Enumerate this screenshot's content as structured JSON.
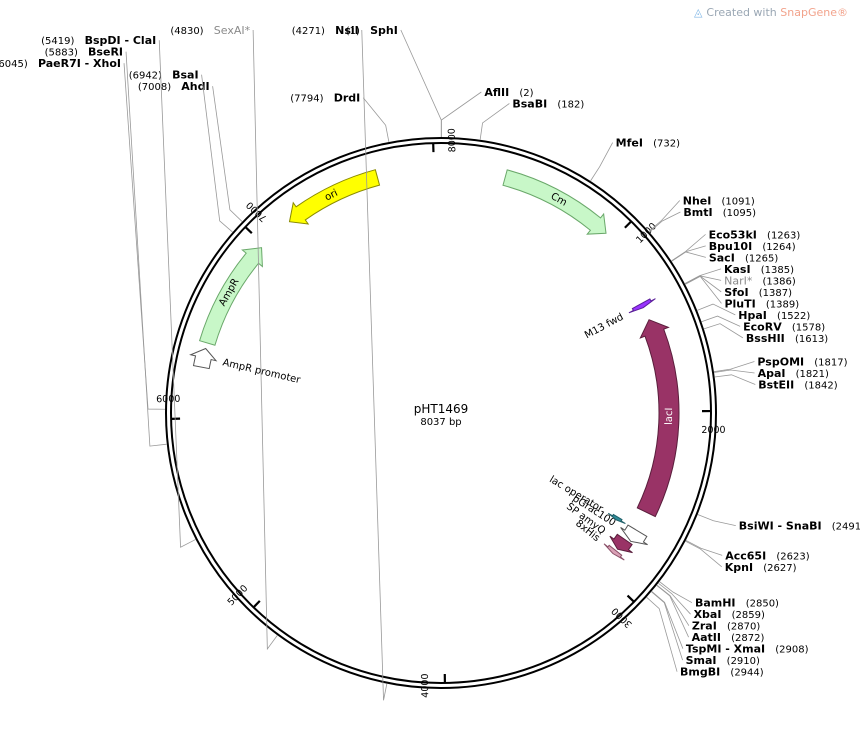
{
  "credit": {
    "prefix": "Created with",
    "brand": "SnapGene",
    "mark": "®"
  },
  "plasmid": {
    "name": "pHT1469",
    "length_label": "8037 bp",
    "length": 8037
  },
  "ticks": [
    "1000",
    "2000",
    "3000",
    "4000",
    "5000",
    "6000",
    "7000",
    "8000"
  ],
  "features": [
    {
      "name": "ori",
      "start": 7700,
      "end": 7180,
      "color": "#ffff00",
      "stroke": "#8a8a00",
      "text": "#000000"
    },
    {
      "name": "Cm",
      "start": 340,
      "end": 950,
      "color": "#c8f7c8",
      "stroke": "#6aa86a",
      "text": "#000000"
    },
    {
      "name": "AmpR",
      "start": 6400,
      "end": 6980,
      "color": "#c8f7c8",
      "stroke": "#6aa86a",
      "text": "#000000"
    },
    {
      "name": "AmpR promoter",
      "start": 6270,
      "end": 6370,
      "color": "#ffffff",
      "stroke": "#555555",
      "text": "#000000"
    },
    {
      "name": "lacI",
      "start": 2585,
      "end": 1470,
      "color": "#993366",
      "stroke": "#5a1e3c",
      "text": "#ffffff"
    },
    {
      "name": "M13 fwd",
      "start": 1370,
      "end": 1395,
      "color": "#9933ff",
      "stroke": "#5a1e99",
      "text": "#000000"
    },
    {
      "name": "pGrac100",
      "start": 2700,
      "end": 2770,
      "color": "#ffffff",
      "stroke": "#555555",
      "text": "#000000"
    },
    {
      "name": "lac operator",
      "start": 2690,
      "end": 2710,
      "color": "#2e8b99",
      "stroke": "#1f5f68",
      "text": "#000000"
    },
    {
      "name": "SP amyQ",
      "start": 2780,
      "end": 2850,
      "color": "#993366",
      "stroke": "#5a1e3c",
      "text": "#000000"
    },
    {
      "name": "8xHis",
      "start": 2862,
      "end": 2886,
      "color": "#d9a0b5",
      "stroke": "#8a5068",
      "text": "#000000"
    }
  ],
  "sites": [
    {
      "pos": "(1)",
      "name": "SphI",
      "at": 1,
      "side": "left",
      "gray": false
    },
    {
      "pos": "(2)",
      "name": "AflII",
      "at": 2,
      "side": "right",
      "gray": false
    },
    {
      "pos": "(182)",
      "name": "BsaBI",
      "at": 182,
      "side": "right",
      "gray": false
    },
    {
      "pos": "(732)",
      "name": "MfeI",
      "at": 732,
      "side": "right",
      "gray": false
    },
    {
      "pos": "(1091)",
      "name": "NheI",
      "at": 1091,
      "side": "right",
      "gray": false
    },
    {
      "pos": "(1095)",
      "name": "BmtI",
      "at": 1095,
      "side": "right",
      "gray": false
    },
    {
      "pos": "(1263)",
      "name": "Eco53kI",
      "at": 1263,
      "side": "right",
      "gray": false
    },
    {
      "pos": "(1264)",
      "name": "Bpu10I",
      "at": 1264,
      "side": "right",
      "gray": false
    },
    {
      "pos": "(1265)",
      "name": "SacI",
      "at": 1265,
      "side": "right",
      "gray": false
    },
    {
      "pos": "(1385)",
      "name": "KasI",
      "at": 1385,
      "side": "right",
      "gray": false
    },
    {
      "pos": "(1386)",
      "name": "NarI*",
      "at": 1386,
      "side": "right",
      "gray": true
    },
    {
      "pos": "(1387)",
      "name": "SfoI",
      "at": 1387,
      "side": "right",
      "gray": false
    },
    {
      "pos": "(1389)",
      "name": "PluTI",
      "at": 1389,
      "side": "right",
      "gray": false
    },
    {
      "pos": "(1522)",
      "name": "HpaI",
      "at": 1522,
      "side": "right",
      "gray": false
    },
    {
      "pos": "(1578)",
      "name": "EcoRV",
      "at": 1578,
      "side": "right",
      "gray": false
    },
    {
      "pos": "(1613)",
      "name": "BssHII",
      "at": 1613,
      "side": "right",
      "gray": false
    },
    {
      "pos": "(1817)",
      "name": "PspOMI",
      "at": 1817,
      "side": "right",
      "gray": false
    },
    {
      "pos": "(1821)",
      "name": "ApaI",
      "at": 1821,
      "side": "right",
      "gray": false
    },
    {
      "pos": "(1842)",
      "name": "BstEII",
      "at": 1842,
      "side": "right",
      "gray": false
    },
    {
      "pos": "(2491)",
      "name": "BsiWI - SnaBI",
      "at": 2491,
      "side": "right",
      "gray": false
    },
    {
      "pos": "(2623)",
      "name": "Acc65I",
      "at": 2623,
      "side": "right",
      "gray": false
    },
    {
      "pos": "(2627)",
      "name": "KpnI",
      "at": 2627,
      "side": "right",
      "gray": false
    },
    {
      "pos": "(2850)",
      "name": "BamHI",
      "at": 2850,
      "side": "right",
      "gray": false
    },
    {
      "pos": "(2859)",
      "name": "XbaI",
      "at": 2859,
      "side": "right",
      "gray": false
    },
    {
      "pos": "(2870)",
      "name": "ZraI",
      "at": 2870,
      "side": "right",
      "gray": false
    },
    {
      "pos": "(2872)",
      "name": "AatII",
      "at": 2872,
      "side": "right",
      "gray": false
    },
    {
      "pos": "(2908)",
      "name": "TspMI - XmaI",
      "at": 2908,
      "side": "right",
      "gray": false
    },
    {
      "pos": "(2910)",
      "name": "SmaI",
      "at": 2910,
      "side": "right",
      "gray": false
    },
    {
      "pos": "(2944)",
      "name": "BmgBI",
      "at": 2944,
      "side": "right",
      "gray": false
    },
    {
      "pos": "(4271)",
      "name": "NsiI",
      "at": 4271,
      "side": "left",
      "gray": false
    },
    {
      "pos": "(4830)",
      "name": "SexAI*",
      "at": 4830,
      "side": "left",
      "gray": true
    },
    {
      "pos": "(5419)",
      "name": "BspDI - ClaI",
      "at": 5419,
      "side": "left",
      "gray": false
    },
    {
      "pos": "(5883)",
      "name": "BseRI",
      "at": 5883,
      "side": "left",
      "gray": false
    },
    {
      "pos": "(6045)",
      "name": "PaeR7I - XhoI",
      "at": 6045,
      "side": "left",
      "gray": false
    },
    {
      "pos": "(6942)",
      "name": "BsaI",
      "at": 6942,
      "side": "left",
      "gray": false
    },
    {
      "pos": "(7008)",
      "name": "AhdI",
      "at": 7008,
      "side": "left",
      "gray": false
    },
    {
      "pos": "(7794)",
      "name": "DrdI",
      "at": 7794,
      "side": "left",
      "gray": false
    }
  ]
}
